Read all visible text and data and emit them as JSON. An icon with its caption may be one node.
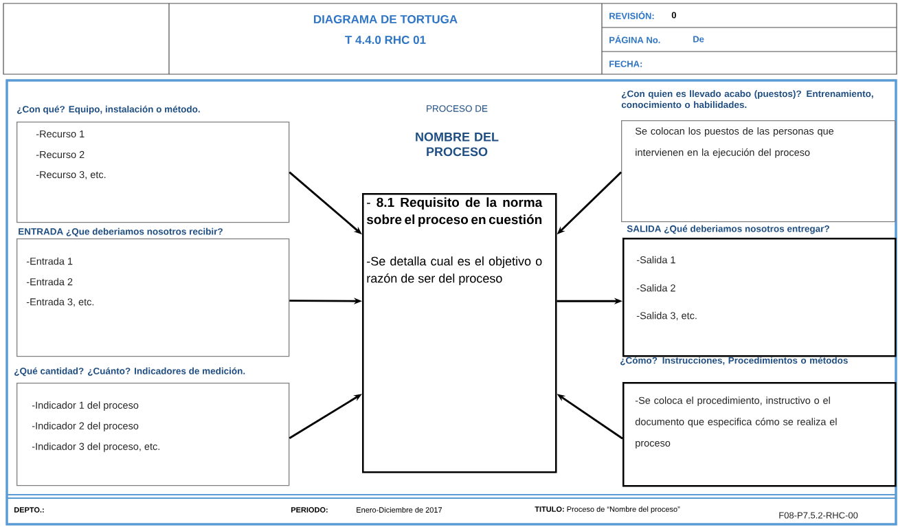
{
  "diagram": {
    "title": "DIAGRAMA DE TORTUGA",
    "nodes": [
      {
        "text": [
          "¿Con qué?  Equipo, instalación o método.",
          "-Recurso 1",
          "-Recurso 2",
          "-Recurso 3, etc."
        ]
      },
      {
        "text": [
          "¿Con quien es llevado acabo (puestos)? Entrenamiento, conocimiento o habilidades.",
          "Se colocan los puestos de las personas que intervienen en la ejecución del proceso"
        ]
      },
      {
        "text": [
          "- **8.1 Requisito de la norma sobre el proceso en cuestión**",
          "-Se detalla cual es el objetivo o razón de ser del proceso"
        ]
      },
      {
        "text": [
          "ENTRADA  ¿Que deberiamos nosotros recibir?",
          "-Entrada 1",
          "-Entrada 2",
          "-Entrada 3, etc."
        ]
      },
      {
        "text": [
          "SALIDA ¿Qué deberiamos nosotros entregar?",
          "-Salida 1",
          "-Salida 2",
          "-Salida 3, etc."
        ]
      },
      {
        "text": [
          "¿Qué cantidad? ¿Cuánto?  Indicadores de medición.",
          "-Indicador 1 del proceso",
          "-Indicador 2 del proceso",
          "-Indicador 3 del proceso, etc."
        ]
      },
      {
        "text": [
          "¿Cómo?  Instrucciones, Procedimientos o métodos",
          "-Se coloca el procedimiento, instructivo o el documento que especifica cómo se realiza el proceso"
        ]
      }
    ],
    "edges": [
      {
        "from": 0,
        "to": 2,
        "arrow": "to"
      },
      {
        "from": 1,
        "to": 2,
        "arrow": "to"
      },
      {
        "from": 3,
        "to": 2,
        "arrow": "to"
      },
      {
        "from": 2,
        "to": 4,
        "arrow": "to"
      },
      {
        "from": 5,
        "to": 2,
        "arrow": "to"
      },
      {
        "from": 6,
        "to": 2,
        "arrow": "to"
      }
    ],
    "labels": [
      "T 4.4.0 RHC 01",
      "REVISIÓN:",
      "0",
      "PÁGINA No.",
      "De",
      "FECHA:",
      "PROCESO DE",
      "NOMBRE  DEL PROCESO",
      "DEPTO.:",
      "PERIODO:",
      "Enero-Diciembre de 2017",
      "**TITULO:** Proceso de “Nombre del proceso”",
      "F08-P7.5.2-RHC-00"
    ]
  }
}
